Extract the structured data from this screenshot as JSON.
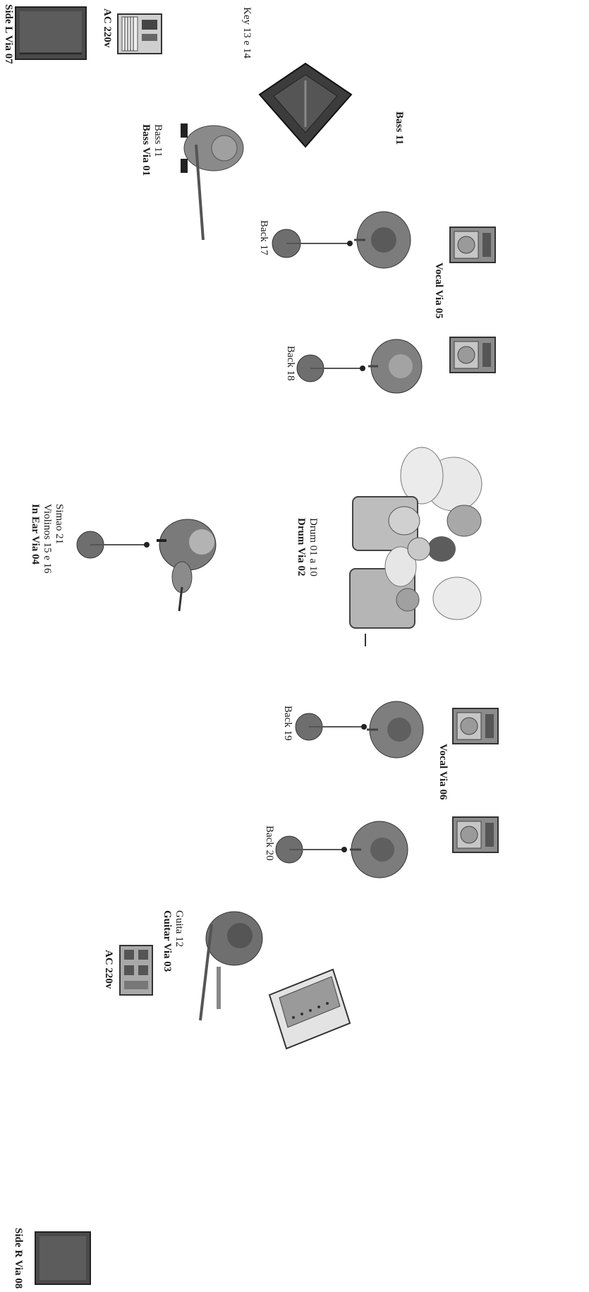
{
  "diagram": {
    "labels": {
      "side_l": "Side L Via 07",
      "ac_left": "AC 220v",
      "key": "Key 13 e 14",
      "bass_amp": "Bass 11",
      "bass_player": [
        "Bass 11",
        "Bass Via 01"
      ],
      "back_17": "Back 17",
      "vocal_via_05": "Vocal Via 05",
      "back_18": "Back 18",
      "drum": [
        "Drum 01 a 10",
        "Drum Via 02"
      ],
      "simao": [
        "Simao 21",
        "Violinos 15 e 16",
        "In Ear Via 04"
      ],
      "back_19": "Back 19",
      "vocal_via_06": "Vocal Via 06",
      "back_20": "Back 20",
      "guitar": [
        "Guita 12",
        "Guitar Via 03"
      ],
      "ac_right": "AC 220v",
      "side_r": "Side R Via 08"
    },
    "colors": {
      "mic_head": "#6e6e6e",
      "monitor": "#8c8c8c",
      "amp": "#3a3a3a",
      "person": "#7f7f7f"
    }
  }
}
